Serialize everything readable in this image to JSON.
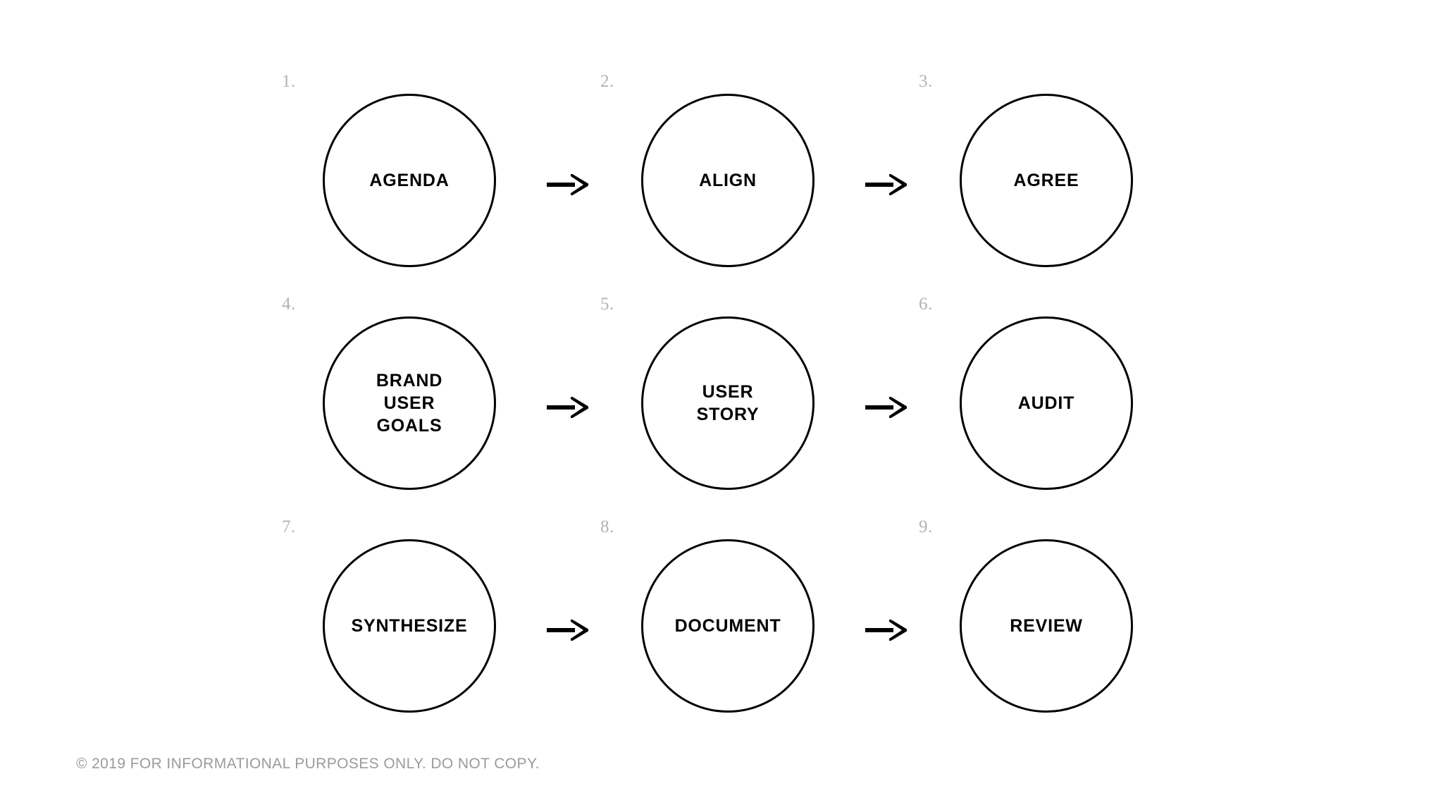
{
  "diagram": {
    "type": "process-flow",
    "rows": [
      {
        "steps": [
          {
            "number": "1.",
            "label": "AGENDA"
          },
          {
            "number": "2.",
            "label": "ALIGN"
          },
          {
            "number": "3.",
            "label": "AGREE"
          }
        ],
        "arrows": [
          "arrow-right-icon",
          "arrow-right-icon"
        ]
      },
      {
        "steps": [
          {
            "number": "4.",
            "label": "BRAND\nUSER\nGOALS"
          },
          {
            "number": "5.",
            "label": "USER\nSTORY"
          },
          {
            "number": "6.",
            "label": "AUDIT"
          }
        ],
        "arrows": [
          "arrow-right-icon",
          "arrow-right-icon"
        ]
      },
      {
        "steps": [
          {
            "number": "7.",
            "label": "SYNTHESIZE"
          },
          {
            "number": "8.",
            "label": "DOCUMENT"
          },
          {
            "number": "9.",
            "label": "REVIEW"
          }
        ],
        "arrows": [
          "arrow-right-icon",
          "arrow-right-icon"
        ]
      }
    ]
  },
  "footer": {
    "text": "© 2019 FOR INFORMATIONAL PURPOSES ONLY. DO NOT COPY."
  },
  "colors": {
    "background": "#ffffff",
    "stroke": "#000000",
    "label": "#000000",
    "number": "#b3b3b3",
    "footer": "#9b9b9b"
  }
}
